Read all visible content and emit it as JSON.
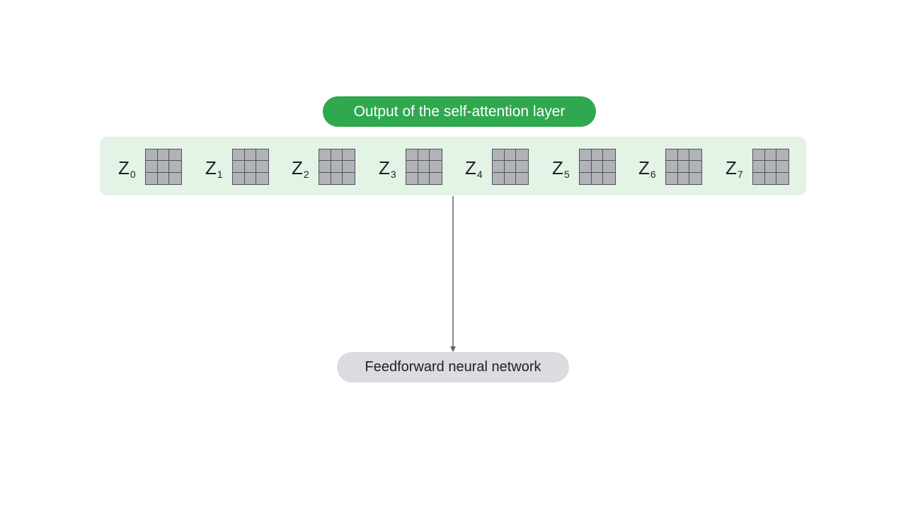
{
  "header": {
    "title": "Output of the self-attention layer"
  },
  "vectors": [
    {
      "letter": "Z",
      "index": "0"
    },
    {
      "letter": "Z",
      "index": "1"
    },
    {
      "letter": "Z",
      "index": "2"
    },
    {
      "letter": "Z",
      "index": "3"
    },
    {
      "letter": "Z",
      "index": "4"
    },
    {
      "letter": "Z",
      "index": "5"
    },
    {
      "letter": "Z",
      "index": "6"
    },
    {
      "letter": "Z",
      "index": "7"
    }
  ],
  "target": {
    "label": "Feedforward neural network"
  },
  "colors": {
    "header_bg": "#2fa84f",
    "band_bg": "#e3f3e5",
    "cell_fill": "#b1b3b8",
    "target_bg": "#dadce0"
  }
}
